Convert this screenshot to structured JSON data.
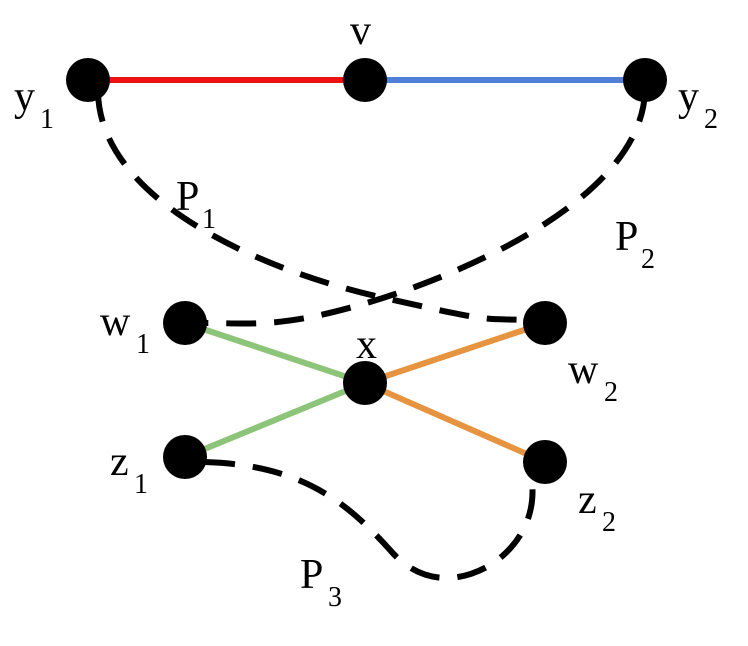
{
  "colors": {
    "red_edge": "#ee1111",
    "blue_edge": "#4f7fd6",
    "green_edge": "#8cc47a",
    "orange_edge": "#e69440",
    "node": "#000000",
    "dashed_path": "#000000"
  },
  "labels": {
    "v": {
      "main": "v",
      "sub": ""
    },
    "y1": {
      "main": "y",
      "sub": "1"
    },
    "y2": {
      "main": "y",
      "sub": "2"
    },
    "x": {
      "main": "x",
      "sub": ""
    },
    "w1": {
      "main": "w",
      "sub": "1"
    },
    "w2": {
      "main": "w",
      "sub": "2"
    },
    "z1": {
      "main": "z",
      "sub": "1"
    },
    "z2": {
      "main": "z",
      "sub": "2"
    },
    "P1": {
      "main": "P",
      "sub": "1"
    },
    "P2": {
      "main": "P",
      "sub": "2"
    },
    "P3": {
      "main": "P",
      "sub": "3"
    }
  }
}
